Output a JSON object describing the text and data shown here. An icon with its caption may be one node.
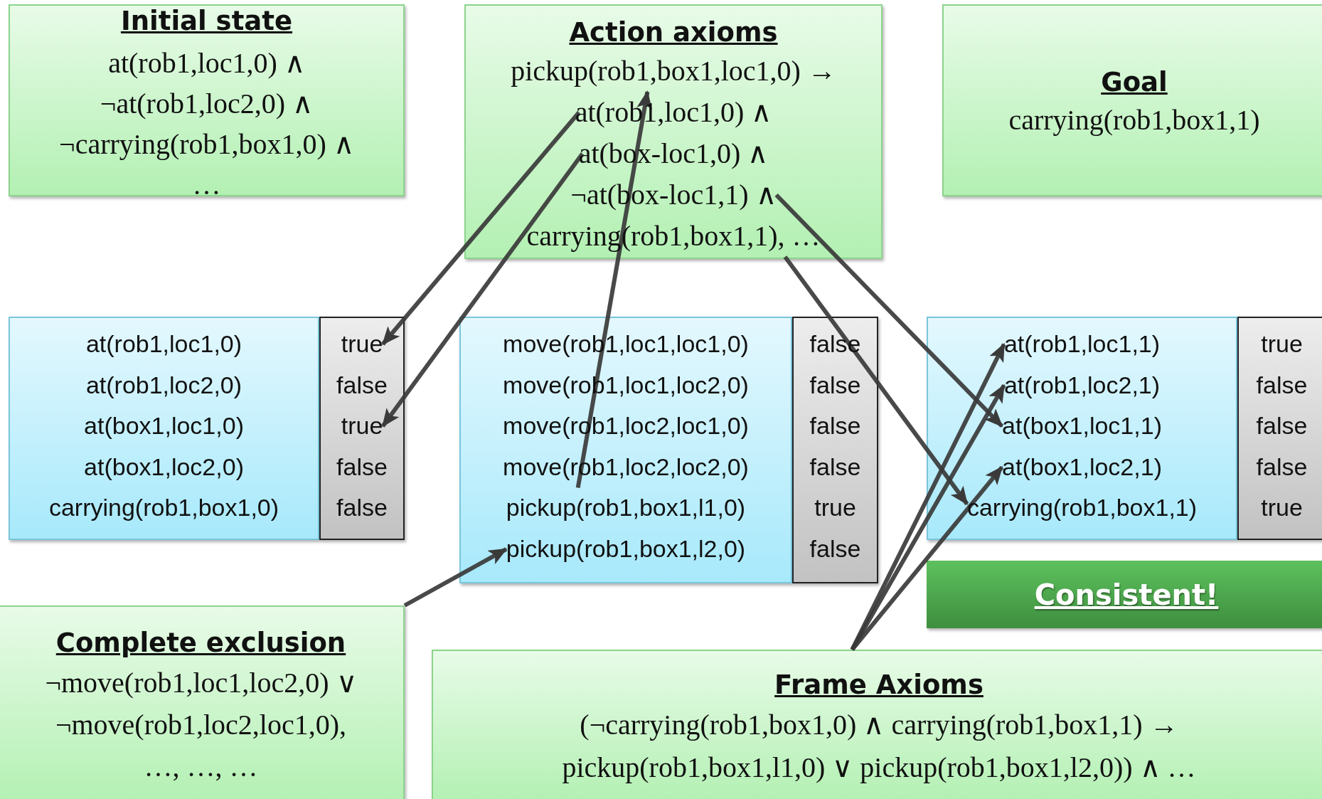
{
  "diagram": {
    "nodes": [
      {
        "text": [
          "Initial state",
          "at(rob1,loc1,0) ∧",
          "¬at(rob1,loc2,0) ∧",
          "¬carrying(rob1,box1,0) ∧",
          "…"
        ]
      },
      {
        "text": [
          "Action axioms"
        ]
      },
      {
        "text": [
          "pickup(rob1,box1,loc1,0) →"
        ],
        "in": 1
      },
      {
        "text": [
          "at(rob1,loc1,0) ∧"
        ],
        "in": 1
      },
      {
        "text": [
          "at(box-loc1,0) ∧"
        ],
        "in": 1
      },
      {
        "text": [
          "¬at(box-loc1,1) ∧"
        ],
        "in": 1
      },
      {
        "text": [
          "carrying(rob1,box1,1), …"
        ],
        "in": 1
      },
      {
        "text": [
          "Goal",
          "carrying(rob1,box1,1)"
        ]
      },
      {
        "text": [],
        "shape": "box"
      },
      {
        "text": [
          "at(rob1,loc1,0)"
        ],
        "in": 8
      },
      {
        "text": [
          "at(rob1,loc2,0)"
        ],
        "in": 8
      },
      {
        "text": [
          "at(box1,loc1,0)"
        ],
        "in": 8
      },
      {
        "text": [
          "at(box1,loc2,0)"
        ],
        "in": 8
      },
      {
        "text": [
          "carrying(rob1,box1,0)"
        ],
        "in": 8
      },
      {
        "text": [],
        "shape": "box"
      },
      {
        "text": [
          "true"
        ],
        "in": 14
      },
      {
        "text": [
          "false"
        ],
        "in": 14
      },
      {
        "text": [
          "true"
        ],
        "in": 14
      },
      {
        "text": [
          "false"
        ],
        "in": 14
      },
      {
        "text": [
          "false"
        ],
        "in": 14
      },
      {
        "text": [],
        "shape": "box"
      },
      {
        "text": [
          "move(rob1,loc1,loc1,0)"
        ],
        "in": 20
      },
      {
        "text": [
          "move(rob1,loc1,loc2,0)"
        ],
        "in": 20
      },
      {
        "text": [
          "move(rob1,loc2,loc1,0)"
        ],
        "in": 20
      },
      {
        "text": [
          "move(rob1,loc2,loc2,0)"
        ],
        "in": 20
      },
      {
        "text": [
          "pickup(rob1,box1,l1,0)"
        ],
        "in": 20
      },
      {
        "text": [
          "pickup(rob1,box1,l2,0)"
        ],
        "in": 20
      },
      {
        "text": [],
        "shape": "box"
      },
      {
        "text": [
          "false"
        ],
        "in": 27
      },
      {
        "text": [
          "false"
        ],
        "in": 27
      },
      {
        "text": [
          "false"
        ],
        "in": 27
      },
      {
        "text": [
          "false"
        ],
        "in": 27
      },
      {
        "text": [
          "true"
        ],
        "in": 27
      },
      {
        "text": [
          "false"
        ],
        "in": 27
      },
      {
        "text": [],
        "shape": "box"
      },
      {
        "text": [
          "at(rob1,loc1,1)"
        ],
        "in": 34
      },
      {
        "text": [
          "at(rob1,loc2,1)"
        ],
        "in": 34
      },
      {
        "text": [
          "at(box1,loc1,1)"
        ],
        "in": 34
      },
      {
        "text": [
          "at(box1,loc2,1)"
        ],
        "in": 34
      },
      {
        "text": [
          "carrying(rob1,box1,1)"
        ],
        "in": 34
      },
      {
        "text": [],
        "shape": "box"
      },
      {
        "text": [
          "true"
        ],
        "in": 40
      },
      {
        "text": [
          "false"
        ],
        "in": 40
      },
      {
        "text": [
          "false"
        ],
        "in": 40
      },
      {
        "text": [
          "false"
        ],
        "in": 40
      },
      {
        "text": [
          "true"
        ],
        "in": 40
      },
      {
        "text": [
          "Consistent!"
        ]
      },
      {
        "text": [
          "Complete exclusion",
          "¬move(rob1,loc1,loc2,0) ∨",
          "¬move(rob1,loc2,loc1,0),",
          "…, …, …"
        ]
      },
      {
        "text": [
          "Frame Axioms",
          "(¬carrying(rob1,box1,0) ∧ carrying(rob1,box1,1) →",
          "pickup(rob1,box1,l1,0) ∨ pickup(rob1,box1,l2,0)) ∧ …"
        ]
      }
    ],
    "edges": [
      {
        "from": 3,
        "to": 15,
        "arrow": "to"
      },
      {
        "from": 4,
        "to": 17,
        "arrow": "to"
      },
      {
        "from": 25,
        "to": 2,
        "arrow": "to"
      },
      {
        "from": 5,
        "to": 37,
        "arrow": "to"
      },
      {
        "from": 6,
        "to": 39,
        "arrow": "to"
      },
      {
        "from": 47,
        "to": 26,
        "arrow": "to"
      },
      {
        "from": 48,
        "to": 35,
        "arrow": "to"
      },
      {
        "from": 48,
        "to": 36,
        "arrow": "to"
      },
      {
        "from": 48,
        "to": 38,
        "arrow": "to"
      }
    ]
  }
}
